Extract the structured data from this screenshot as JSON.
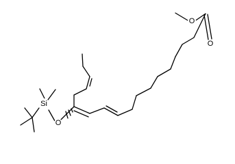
{
  "structure": {
    "atoms": [
      {
        "element": "O",
        "label": "O"
      },
      {
        "element": "O",
        "label": "O"
      },
      {
        "element": "O",
        "label": "O"
      },
      {
        "element": "Si",
        "label": "Si"
      }
    ],
    "bond_color": "#000000",
    "background": "#ffffff"
  }
}
